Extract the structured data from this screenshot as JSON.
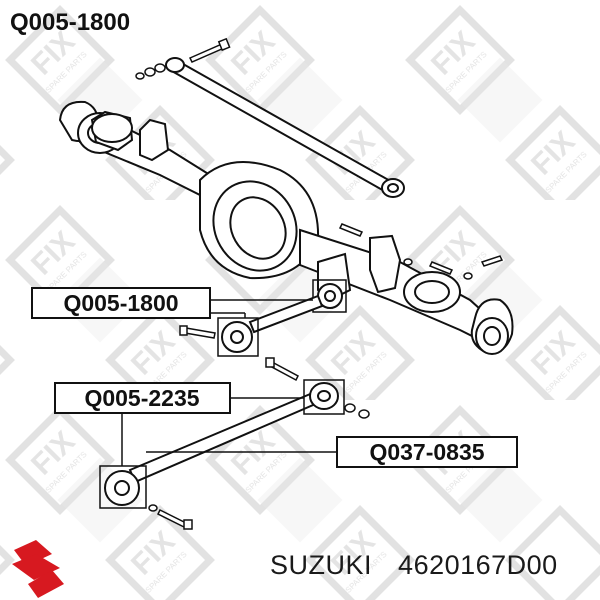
{
  "header": {
    "part_number": "Q005-1800"
  },
  "labels": [
    {
      "id": "lbl-upper",
      "text": "Q005-1800"
    },
    {
      "id": "lbl-middle",
      "text": "Q005-2235"
    },
    {
      "id": "lbl-lower",
      "text": "Q037-0835"
    }
  ],
  "watermark": {
    "brand": "FIX",
    "tagline": "SPARE PARTS"
  },
  "footer": {
    "brand": "SUZUKI",
    "oem_number": "4620167D00"
  },
  "colors": {
    "ink": "#111111",
    "watermark": "#e3e3e3",
    "logo_red": "#d71920",
    "frame": "#dddddd"
  }
}
